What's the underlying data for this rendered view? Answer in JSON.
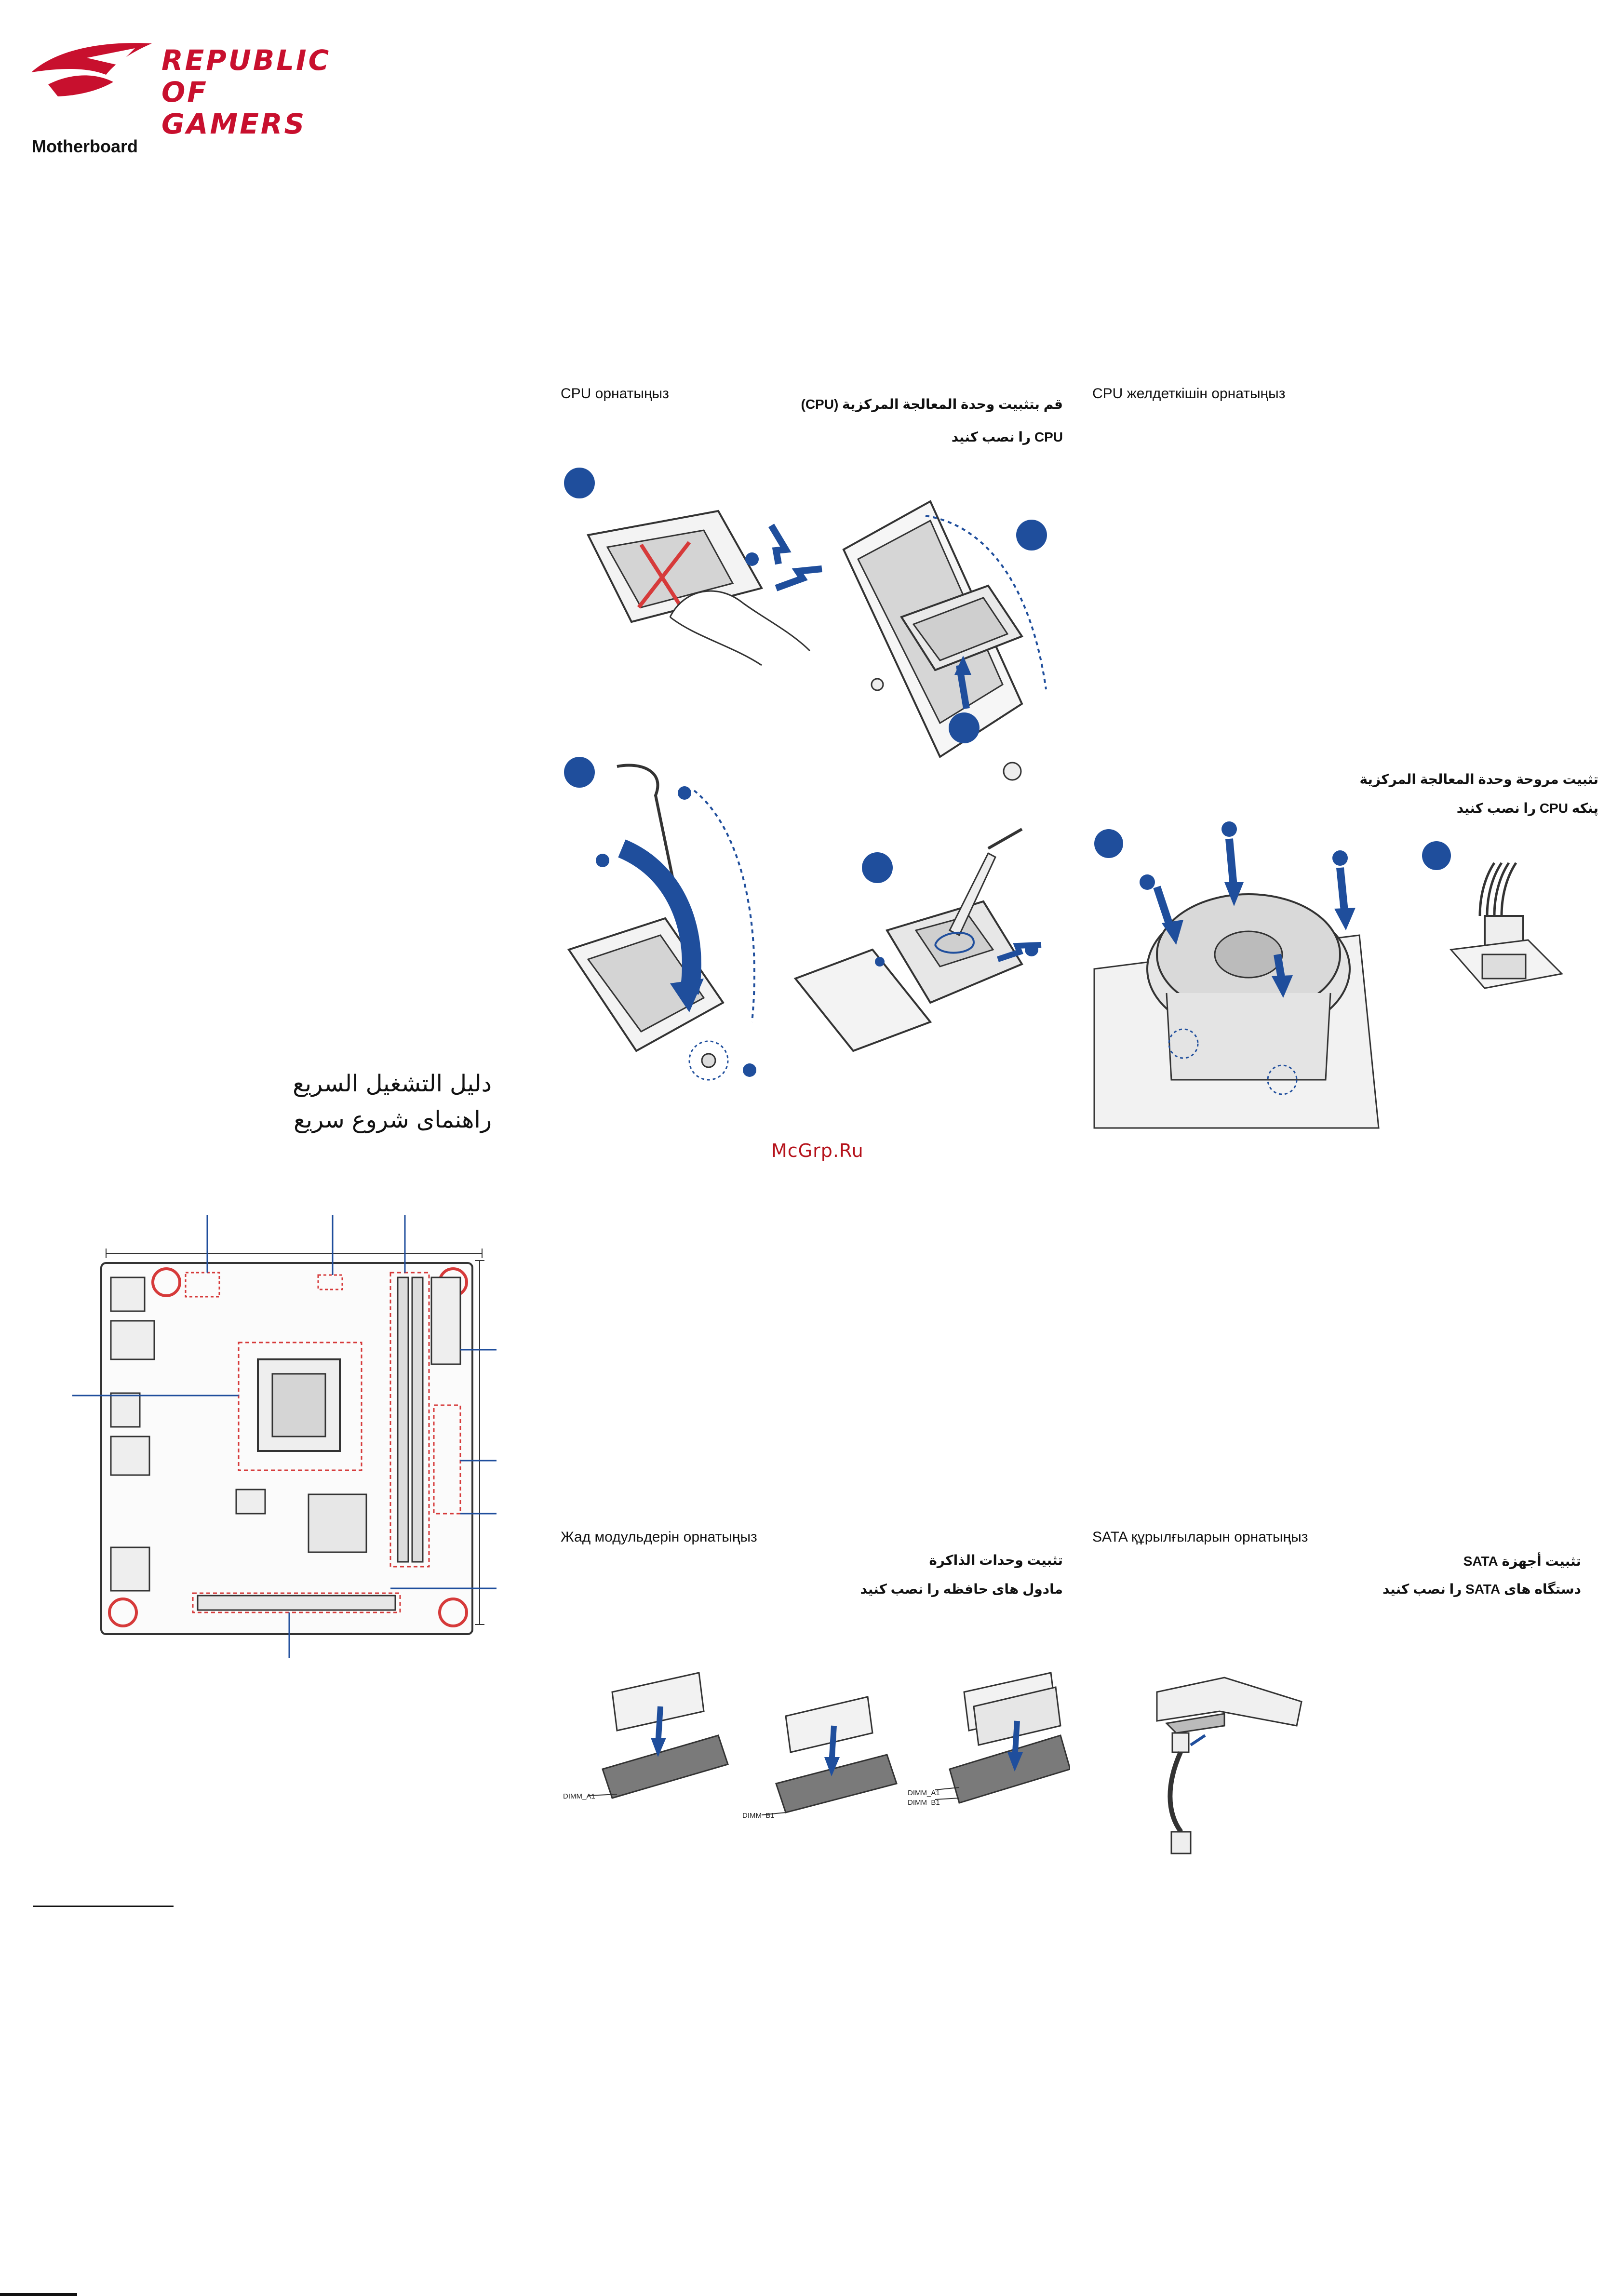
{
  "header": {
    "brand_line1": "REPUBLIC OF",
    "brand_line2": "GAMERS",
    "product": "Motherboard"
  },
  "guide": {
    "arabic_title": "دليل التشغيل السريع",
    "persian_title": "راهنمای شروع سریع"
  },
  "sections": {
    "cpu": {
      "kazakh": "CPU орнатыңыз",
      "arabic": "قم بتثبيت وحدة المعالجة المركزية (CPU)",
      "persian": "CPU را نصب کنید"
    },
    "cooler": {
      "kazakh": "CPU желдеткішін орнатыңыз",
      "arabic": "تثبيت مروحة وحدة المعالجة المركزية",
      "persian": "پنکه CPU را نصب کنید"
    },
    "memory": {
      "kazakh": "Жад модульдерін орнатыңыз",
      "arabic": "تثبيت وحدات الذاكرة",
      "persian": "مادول های حافظه را نصب کنید",
      "labels": [
        "DIMM_A1",
        "DIMM_B1",
        "DIMM_A1",
        "DIMM_B1"
      ]
    },
    "sata": {
      "kazakh": "SATA құрылғыларын орнатыңыз",
      "arabic": "تثبيت أجهزة SATA",
      "persian": "دستگاه های SATA را نصب کنید"
    }
  },
  "watermark": "McGrp.Ru",
  "colors": {
    "brand_red": "#c8102e",
    "step_blue": "#1f4e9c",
    "line_gray": "#333333"
  }
}
